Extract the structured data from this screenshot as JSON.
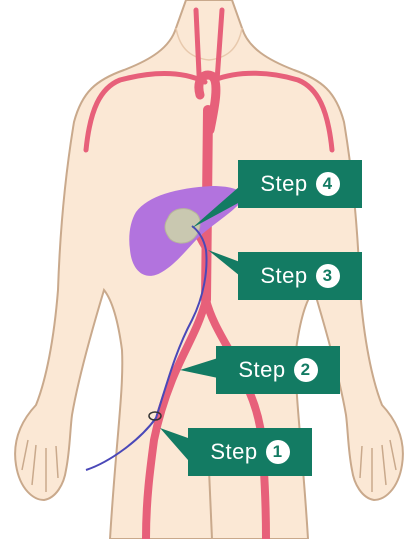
{
  "colors": {
    "skin": "#fbe8d5",
    "skin_outline": "#c9a98c",
    "artery": "#e7607a",
    "liver": "#b273de",
    "tumor": "#c9c8b0",
    "catheter": "#4a48b8",
    "label_bg": "#137b63",
    "label_text": "#ffffff"
  },
  "labels": [
    {
      "id": "step4",
      "text": "Step",
      "number": "4"
    },
    {
      "id": "step3",
      "text": "Step",
      "number": "3"
    },
    {
      "id": "step2",
      "text": "Step",
      "number": "2"
    },
    {
      "id": "step1",
      "text": "Step",
      "number": "1"
    }
  ]
}
